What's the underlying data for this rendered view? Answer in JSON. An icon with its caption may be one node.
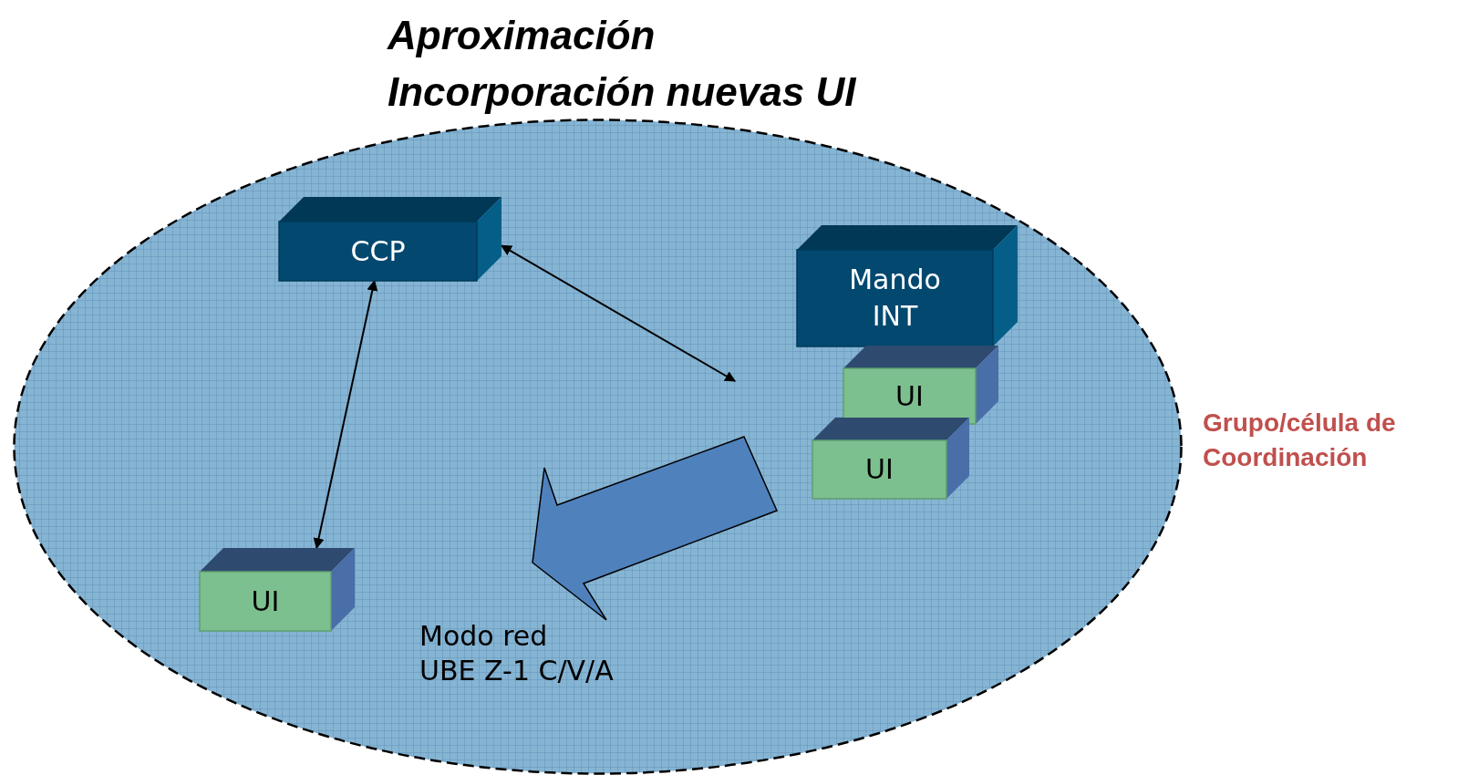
{
  "diagram": {
    "title": "Aproximación Incorporación nuevas UI",
    "nodes": [
      {
        "text": [],
        "shape": "ellipse",
        "beside": [
          "Grupo/célula de Coordinación"
        ]
      },
      {
        "text": [
          "CCP"
        ],
        "in": 0
      },
      {
        "text": [
          "Mando INT"
        ],
        "in": 0
      },
      {
        "text": [
          "UI"
        ],
        "in": 0
      },
      {
        "text": [
          "UI"
        ],
        "in": 0
      },
      {
        "text": [
          "UI"
        ],
        "in": 0
      }
    ],
    "edges": [
      {
        "from": 1,
        "to": null,
        "arrow": "both"
      },
      {
        "from": 1,
        "to": 5,
        "arrow": "both"
      }
    ],
    "labels": [
      "Modo red",
      "UBE Z-1 C/V/A"
    ]
  }
}
